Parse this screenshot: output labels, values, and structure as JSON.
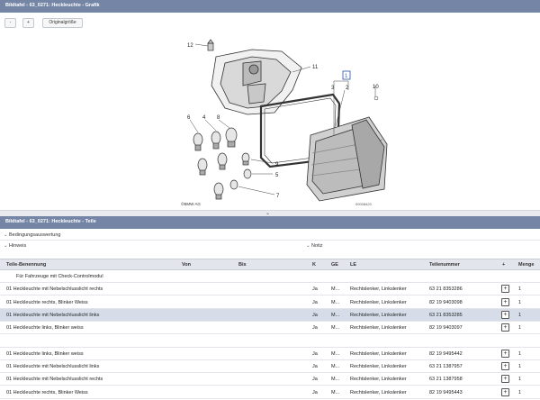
{
  "title_graphic": "Bildtafel - 63_0271: Heckleuchte - Grafik",
  "toolbar": {
    "zoom_out": "-",
    "zoom_in": "+",
    "original_size": "Originalgröße"
  },
  "diagram": {
    "callouts": [
      "1",
      "2",
      "3",
      "4",
      "5",
      "6",
      "7",
      "8",
      "9",
      "10",
      "11",
      "12"
    ],
    "brand": "©BMW AG",
    "code": "00008420"
  },
  "title_parts": "Bildtafel - 63_0271: Heckleuchte - Teile",
  "sections": {
    "conditions": "Bedingungsauswertung",
    "hint": "Hinweis",
    "note": "Notiz"
  },
  "table": {
    "headers": [
      "Teile-Benennung",
      "Von",
      "Bis",
      "K",
      "GE",
      "LE",
      "Teilenummer",
      "+",
      "Menge"
    ],
    "rows": [
      {
        "desc": "Für Fahrzeuge mit Check-Controlmodul",
        "sub": true
      },
      {
        "desc": "01 Heckleuchte mit Nebelschlusslicht rechts",
        "k": "Ja",
        "ge": "M...",
        "le": "Rechtslenker, Linkslenker",
        "teil": "63 21 8353286",
        "menge": "1"
      },
      {
        "desc": "01 Heckleuchte rechts, Blinker Weiss",
        "k": "Ja",
        "ge": "M...",
        "le": "Rechtslenker, Linkslenker",
        "teil": "82 19 9403098",
        "menge": "1"
      },
      {
        "desc": "01 Heckleuchte mit Nebelschlusslicht links",
        "k": "Ja",
        "ge": "M...",
        "le": "Rechtslenker, Linkslenker",
        "teil": "63 21 8353285",
        "menge": "1",
        "selected": true
      },
      {
        "desc": "01 Heckleuchte links, Blinker weiss",
        "k": "Ja",
        "ge": "M...",
        "le": "Rechtslenker, Linkslenker",
        "teil": "82 19 9403097",
        "menge": "1"
      },
      {
        "desc": "",
        "blank": true
      },
      {
        "desc": "01 Heckleuchte links, Blinker weiss",
        "k": "Ja",
        "ge": "M...",
        "le": "Rechtslenker, Linkslenker",
        "teil": "82 19 9495442",
        "menge": "1"
      },
      {
        "desc": "01 Heckleuchte mit Nebelschlusslicht links",
        "k": "Ja",
        "ge": "M...",
        "le": "Rechtslenker, Linkslenker",
        "teil": "63 21 1387957",
        "menge": "1"
      },
      {
        "desc": "01 Heckleuchte mit Nebelschlusslicht rechts",
        "k": "Ja",
        "ge": "M...",
        "le": "Rechtslenker, Linkslenker",
        "teil": "63 21 1387958",
        "menge": "1"
      },
      {
        "desc": "01 Heckleuchte rechts, Blinker Weiss",
        "k": "Ja",
        "ge": "M...",
        "le": "Rechtslenker, Linkslenker",
        "teil": "82 19 9495443",
        "menge": "1"
      }
    ]
  },
  "colors": {
    "titlebar": "#7585a6",
    "selected_row": "#d6dde9",
    "callout_highlight": "#3c62b0"
  }
}
